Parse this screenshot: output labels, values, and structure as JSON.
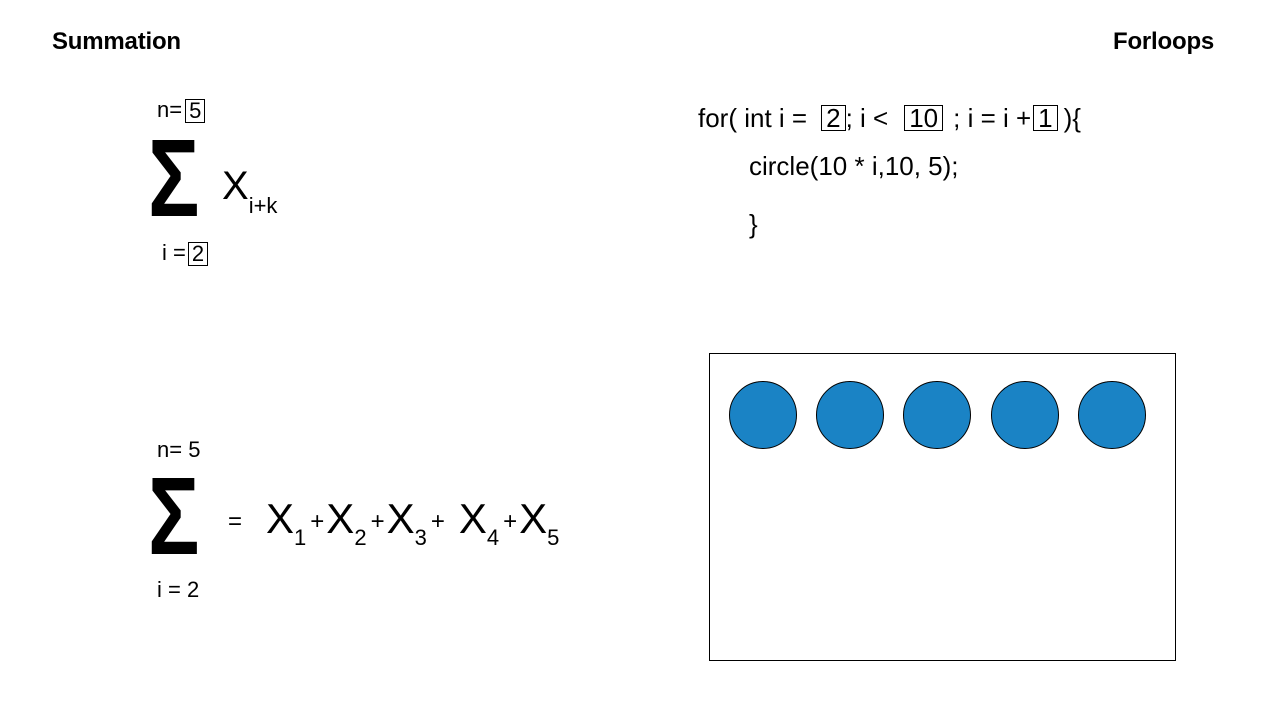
{
  "titles": {
    "summation": "Summation",
    "forloops": "Forloops"
  },
  "summation_top": {
    "upper_prefix": "n=",
    "upper_value": "5",
    "lower_prefix": "i =",
    "lower_value": "2",
    "term_var": "X",
    "term_sub": "i+k"
  },
  "summation_bottom": {
    "upper": "n=  5",
    "lower": "i = 2",
    "equals": "=",
    "terms": [
      {
        "var": "X",
        "sub": "1"
      },
      {
        "var": "X",
        "sub": "2"
      },
      {
        "var": "X",
        "sub": "3"
      },
      {
        "var": "X",
        "sub": "4"
      },
      {
        "var": "X",
        "sub": "5"
      }
    ],
    "plus": "+"
  },
  "code": {
    "for_open": "for( int i =",
    "start_value": "2",
    "cond_text": "; i <",
    "end_value": "10",
    "incr_text": "; i = i +",
    "step_value": "1",
    "for_close": "){",
    "body_line": "circle(10 * i,10, 5);",
    "close_brace": "}"
  },
  "canvas": {
    "circle_color": "#1a83c5",
    "circle_count": 5
  }
}
